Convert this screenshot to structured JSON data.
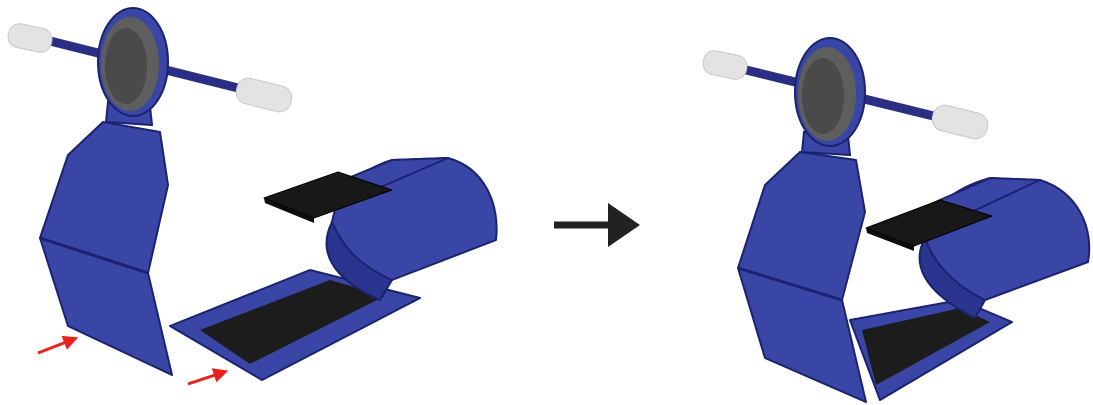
{
  "colors": {
    "background": "#ffffff",
    "panel_blue": "#3a46a6",
    "panel_blue_dark": "#232c82",
    "panel_blue_inner": "#2a3590",
    "outline": "#1b2270",
    "black_strip": "#1c1c1c",
    "black_pad": "#181818",
    "disc_gray": "#5e5e5e",
    "disc_gray_dark": "#474747",
    "disc_rim": "#2e3383",
    "rod_blue": "#2b2f84",
    "handle_white": "#e3e3e3",
    "arrow_red": "#e8231d",
    "arrow_black": "#222222"
  },
  "figure": {
    "before": {
      "upright_panel": "folded-blue-back-panel",
      "base_part": "curved-blue-base-with-pad",
      "red_arrows": 2
    },
    "transition": "arrow-right",
    "after": {
      "assembly": "assembled-blue-seat"
    }
  }
}
